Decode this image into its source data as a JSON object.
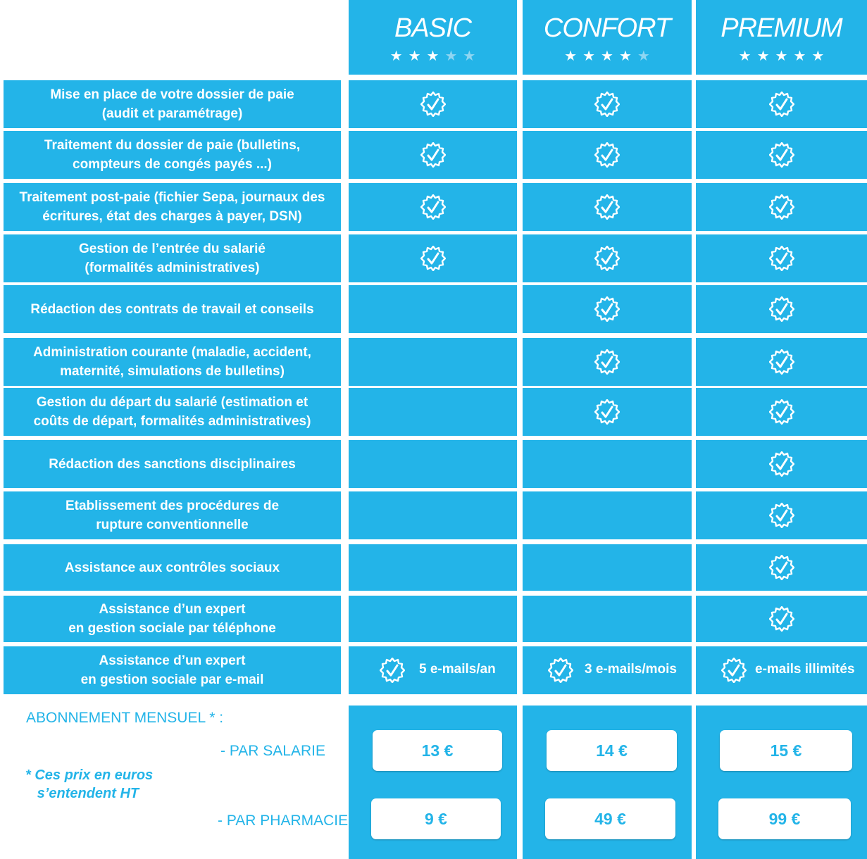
{
  "colors": {
    "accent": "#23b4e8",
    "white": "#ffffff",
    "dim_star": "#8fd6f2"
  },
  "plans": [
    {
      "name": "BASIC",
      "stars_filled": 3,
      "stars_total": 5
    },
    {
      "name": "CONFORT",
      "stars_filled": 4,
      "stars_total": 5
    },
    {
      "name": "PREMIUM",
      "stars_filled": 5,
      "stars_total": 5
    }
  ],
  "features": [
    {
      "label": "Mise en place de votre dossier de paie\n(audit et paramétrage)",
      "included": [
        true,
        true,
        true
      ]
    },
    {
      "label": "Traitement du dossier de paie (bulletins,\ncompteurs de congés payés ...)",
      "included": [
        true,
        true,
        true
      ]
    },
    {
      "label": "Traitement post-paie (fichier Sepa, journaux des\nécritures, état des charges à payer, DSN)",
      "included": [
        true,
        true,
        true
      ]
    },
    {
      "label": "Gestion de l’entrée du salarié\n(formalités administratives)",
      "included": [
        true,
        true,
        true
      ]
    },
    {
      "label": "Rédaction des contrats de travail et conseils",
      "included": [
        false,
        true,
        true
      ]
    },
    {
      "label": "Administration courante (maladie, accident,\nmaternité, simulations de bulletins)",
      "included": [
        false,
        true,
        true
      ]
    },
    {
      "label": "Gestion du départ du salarié (estimation et\ncoûts de départ, formalités administratives)",
      "included": [
        false,
        true,
        true
      ]
    },
    {
      "label": "Rédaction des sanctions disciplinaires",
      "included": [
        false,
        false,
        true
      ]
    },
    {
      "label": "Etablissement des procédures de\nrupture conventionnelle",
      "included": [
        false,
        false,
        true
      ]
    },
    {
      "label": "Assistance aux contrôles sociaux",
      "included": [
        false,
        false,
        true
      ]
    },
    {
      "label": "Assistance d’un expert\nen gestion sociale par téléphone",
      "included": [
        false,
        false,
        true
      ]
    }
  ],
  "email_row": {
    "label": "Assistance d’un expert\nen gestion sociale par e-mail",
    "values": [
      "5 e-mails/an",
      "3 e-mails/mois",
      "e-mails illimités"
    ]
  },
  "pricing": {
    "title": "ABONNEMENT MENSUEL * :",
    "per_employee_label": "- PAR SALARIE",
    "per_pharmacy_label": "- PAR PHARMACIE",
    "note": "* Ces prix en euros\n   s’entendent HT",
    "per_employee": [
      "13 €",
      "14 €",
      "15 €"
    ],
    "per_pharmacy": [
      "9 €",
      "49 €",
      "99 €"
    ]
  },
  "icons": {
    "check": "check-badge-icon",
    "star": "star-icon"
  }
}
